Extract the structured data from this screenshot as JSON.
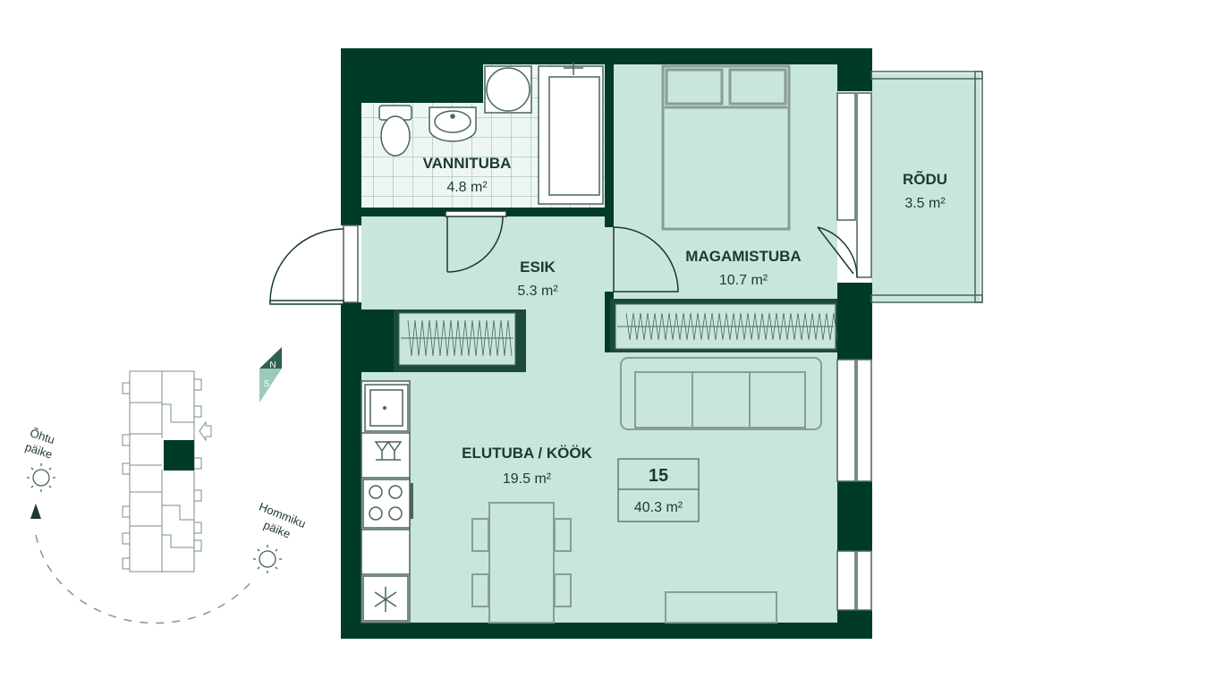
{
  "colors": {
    "wall": "#003b2a",
    "floor": "#c8e6dd",
    "line": "#49655b",
    "text": "#1c3a2f",
    "accent_light": "#b7dcd1"
  },
  "rooms": {
    "bathroom": {
      "name": "VANNITUBA",
      "area": "4.8 m²"
    },
    "balcony": {
      "name": "RÕDU",
      "area": "3.5 m²"
    },
    "bedroom": {
      "name": "MAGAMISTUBA",
      "area": "10.7 m²"
    },
    "hall": {
      "name": "ESIK",
      "area": "5.3 m²"
    },
    "living": {
      "name": "ELUTUBA / KÖÖK",
      "area": "19.5 m²"
    }
  },
  "apartment": {
    "number": "15",
    "total_area": "40.3 m²"
  },
  "orientation": {
    "evening_sun": [
      "Õhtu",
      "päike"
    ],
    "morning_sun": [
      "Hommiku",
      "päike"
    ],
    "compass_north": "N",
    "compass_south": "S"
  }
}
